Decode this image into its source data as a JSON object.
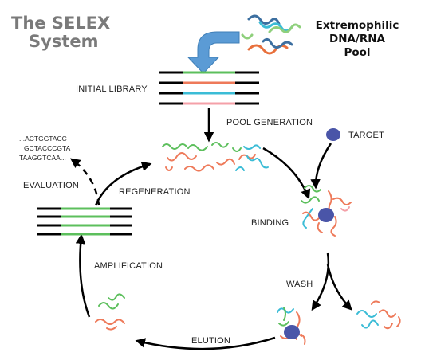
{
  "title": {
    "line1": "The SELEX",
    "line2": "System"
  },
  "pool": {
    "line1": "Extremophilic",
    "line2": "DNA/RNA",
    "line3": "Pool"
  },
  "labels": {
    "initial_library": "INITIAL LIBRARY",
    "pool_generation": "POOL GENERATION",
    "target": "TARGET",
    "binding": "BINDING",
    "wash": "WASH",
    "elution": "ELUTION",
    "amplification": "AMPLIFICATION",
    "regeneration": "REGENERATION",
    "evaluation": "EVALUATION"
  },
  "sequences": [
    "...ACTGGTACC",
    "GCTACCCGTA",
    "TAAGGTCAA..."
  ],
  "colors": {
    "strand_green": "#5cbf5c",
    "strand_red": "#ee7a5a",
    "strand_cyan": "#3bbcd6",
    "strand_pink": "#f4a0a8",
    "strand_blue": "#3c6fa0",
    "target_blue": "#4a55a8",
    "arrow_blue": "#5b9bd5",
    "title_gray": "#7a7a7a"
  }
}
